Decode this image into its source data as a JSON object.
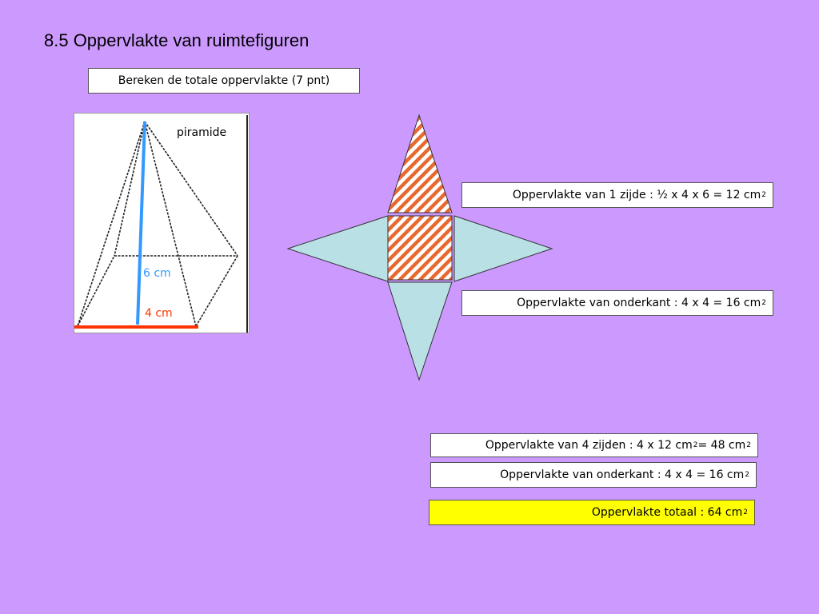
{
  "title": "8.5 Oppervlakte van ruimtefiguren",
  "task": "Bereken de totale oppervlakte  (7 pnt)",
  "figure": {
    "name": "piramide",
    "height_label": "6 cm",
    "base_label": "4 cm",
    "colors": {
      "height": "#3399ff",
      "base": "#ff3300"
    }
  },
  "net_colors": {
    "triangle": "#b9e0e4",
    "hatch": "#e8692f",
    "outline": "#333333"
  },
  "side_area": {
    "text": "Oppervlakte van  1 zijde : ½ x 4 x 6 = 12 cm",
    "sup": "2"
  },
  "base_area": {
    "text": "Oppervlakte van  onderkant : 4 x 4 = 16 cm",
    "sup": "2"
  },
  "summary": {
    "sides": {
      "text": "Oppervlakte van  4 zijden  : 4 x  12 cm",
      "sup1": "2",
      "mid": " = 48 cm",
      "sup2": "2"
    },
    "base": {
      "text": "Oppervlakte van  onderkant : 4 x 4 = 16 cm",
      "sup": "2"
    },
    "total": {
      "text": "Oppervlakte totaal : 64 cm",
      "sup": "2"
    }
  }
}
